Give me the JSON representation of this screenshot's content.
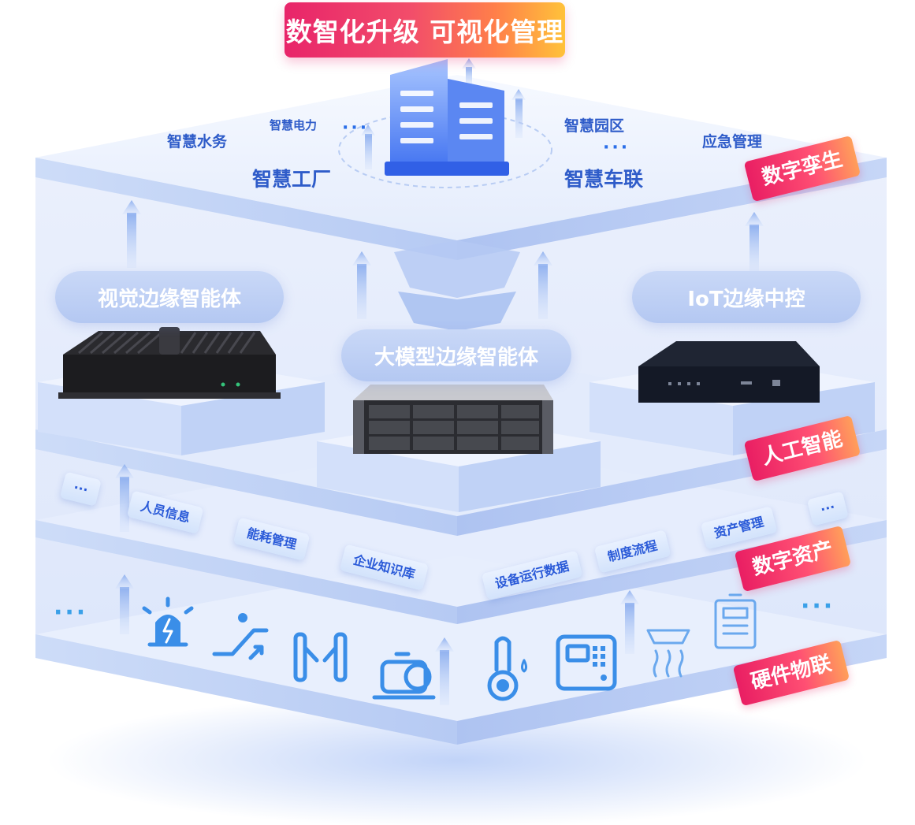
{
  "title": "数智化升级 可视化管理",
  "layers": {
    "digital_twin": "数字孪生",
    "ai": "人工智能",
    "digital_assets": "数字资产",
    "hardware_iot": "硬件物联"
  },
  "scenarios": {
    "water": "智慧水务",
    "power": "智慧电力",
    "park": "智慧园区",
    "emergency": "应急管理",
    "factory": "智慧工厂",
    "vehicle": "智慧车联",
    "ellipsis_left": "···",
    "ellipsis_right": "···"
  },
  "devices": {
    "vision_agent": "视觉边缘智能体",
    "llm_agent": "大模型边缘智能体",
    "iot_control": "IoT边缘中控"
  },
  "assets_left": [
    "···",
    "人员信息",
    "能耗管理",
    "企业知识库"
  ],
  "assets_right": [
    "设备运行数据",
    "制度流程",
    "资产管理",
    "···"
  ],
  "hardware": {
    "ellipsis": "···",
    "icons": [
      "alarm-light-icon",
      "escalator-icon",
      "gate-icon",
      "motor-icon",
      "thermometer-icon",
      "control-panel-icon",
      "smoke-detector-icon",
      "electric-meter-icon"
    ]
  },
  "colors": {
    "accent_blue": "#2f6ee8",
    "icon_blue": "#3a8ee8",
    "tag_pink": "#e91e63",
    "tag_orange": "#ff9f5a",
    "layer_fill": "#dfe8fb"
  }
}
